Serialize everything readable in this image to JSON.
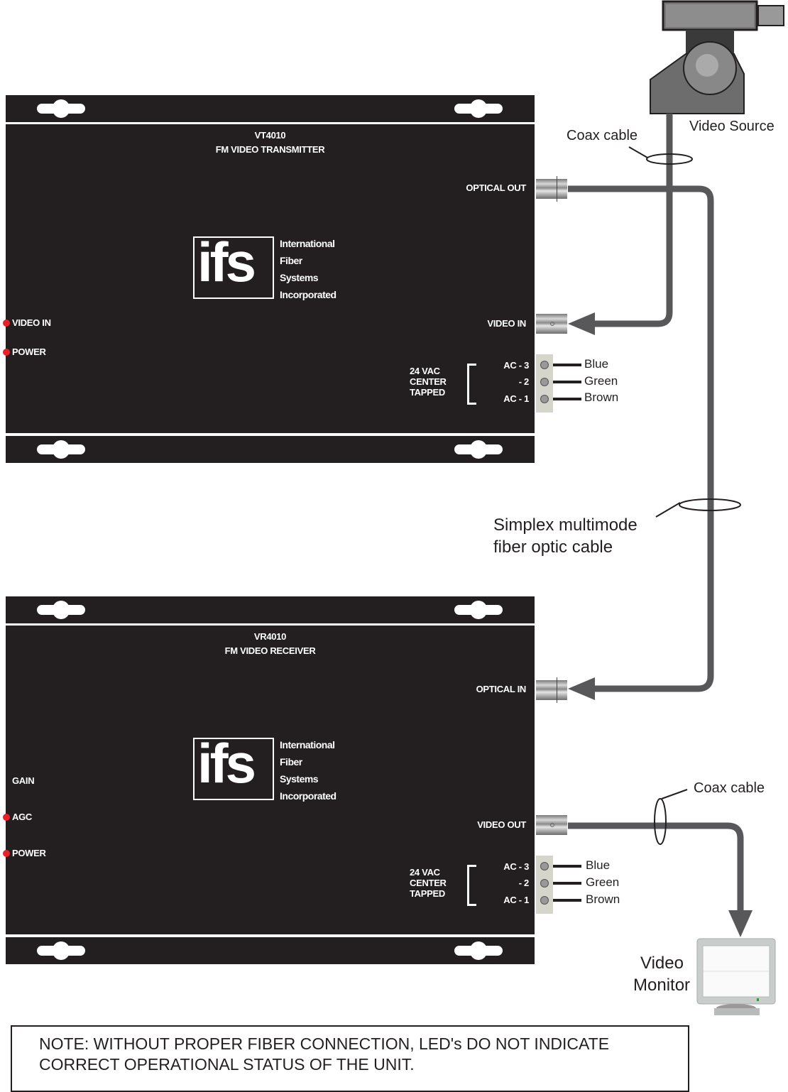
{
  "transmitter": {
    "model": "VT4010",
    "name": "FM VIDEO TRANSMITTER",
    "ports": {
      "optical_out": "OPTICAL OUT",
      "video_in": "VIDEO IN"
    },
    "leds": [
      "VIDEO IN",
      "POWER"
    ],
    "power": {
      "label_lines": [
        "24 VAC",
        "CENTER",
        "TAPPED"
      ],
      "terminals": [
        "AC - 3",
        "- 2",
        "AC - 1"
      ]
    },
    "wires": [
      "Blue",
      "Green",
      "Brown"
    ]
  },
  "receiver": {
    "model": "VR4010",
    "name": "FM VIDEO RECEIVER",
    "ports": {
      "optical_in": "OPTICAL IN",
      "video_out": "VIDEO OUT"
    },
    "leds": [
      "GAIN",
      "AGC",
      "POWER"
    ],
    "power": {
      "label_lines": [
        "24 VAC",
        "CENTER",
        "TAPPED"
      ],
      "terminals": [
        "AC - 3",
        "- 2",
        "AC - 1"
      ]
    },
    "wires": [
      "Blue",
      "Green",
      "Brown"
    ]
  },
  "logo": {
    "mark": "ifs",
    "words": [
      "International",
      "Fiber",
      "Systems",
      "Incorporated"
    ]
  },
  "labels": {
    "video_source": "Video Source",
    "coax_top": "Coax cable",
    "fiber_line1": "Simplex multimode",
    "fiber_line2": "fiber optic cable",
    "coax_bottom": "Coax cable",
    "monitor_line1": "Video",
    "monitor_line2": "Monitor"
  },
  "note": {
    "line1": "NOTE: WITHOUT PROPER FIBER CONNECTION, LED's DO NOT INDICATE",
    "line2": "CORRECT OPERATIONAL STATUS OF THE UNIT."
  },
  "colors": {
    "panel": "#231f20",
    "cable": "#58585a",
    "led": "#e8202a",
    "terminal": "#d5d5cc"
  }
}
